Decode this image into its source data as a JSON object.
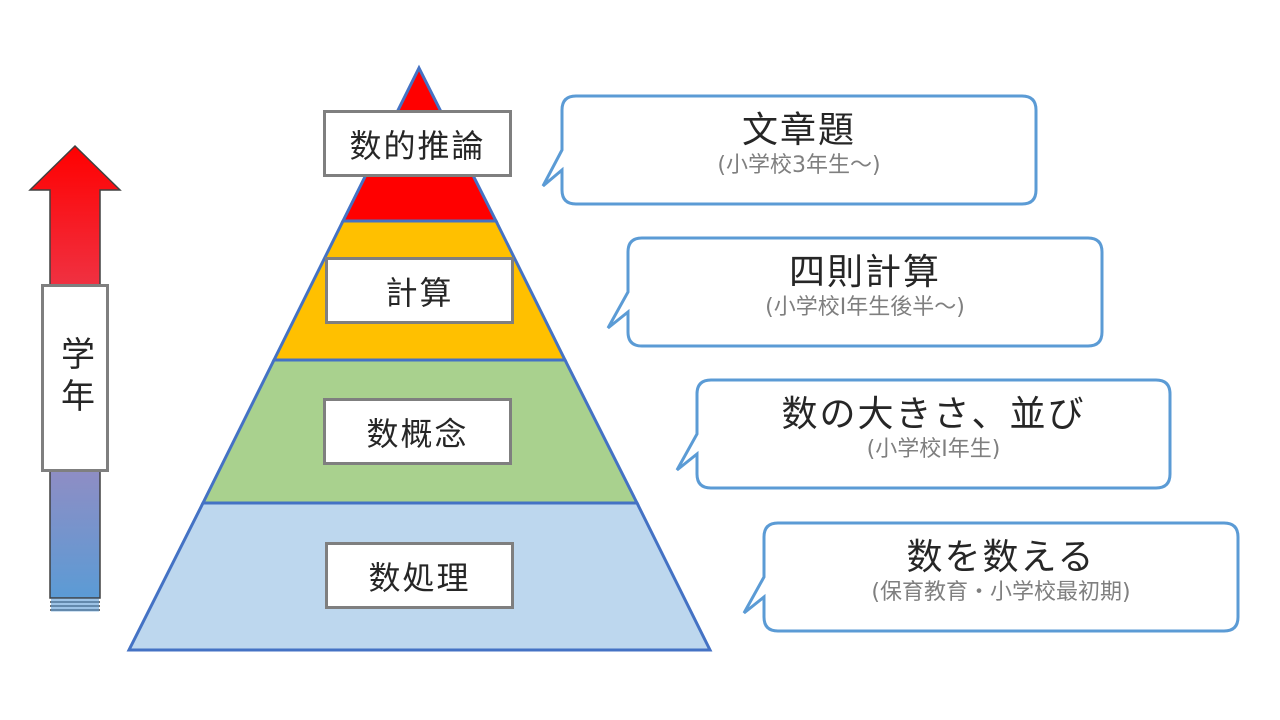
{
  "axis": {
    "label": "学年"
  },
  "pyramid": {
    "levels": [
      {
        "label": "数的推論",
        "color": "#ff0000"
      },
      {
        "label": "計算",
        "color": "#ffc000"
      },
      {
        "label": "数概念",
        "color": "#a9d18e"
      },
      {
        "label": "数処理",
        "color": "#bdd7ee"
      }
    ],
    "outline_color": "#4472c4"
  },
  "callouts": [
    {
      "title": "文章題",
      "subtitle": "(小学校3年生〜)"
    },
    {
      "title": "四則計算",
      "subtitle": "(小学校Ⅰ年生後半〜)"
    },
    {
      "title": "数の大きさ、並び",
      "subtitle": "(小学校Ⅰ年生)"
    },
    {
      "title": "数を数える",
      "subtitle": "(保育教育・小学校最初期)"
    }
  ],
  "colors": {
    "callout_border": "#5b9bd5",
    "arrow_top": "#ff0000",
    "arrow_bottom": "#5b9bd5",
    "label_border": "#7f7f7f"
  }
}
